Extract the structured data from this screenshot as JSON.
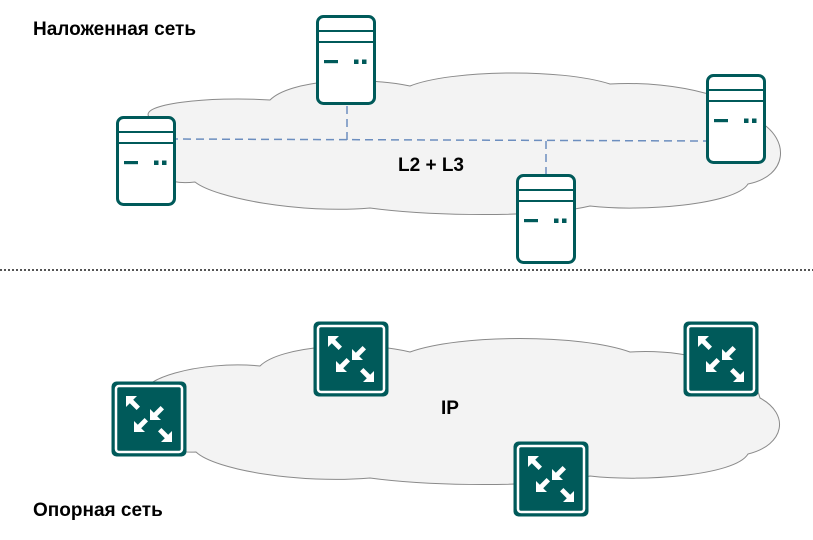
{
  "overlay": {
    "title": "Наложенная сеть",
    "protocols": "L2 + L3"
  },
  "underlay": {
    "title": "Опорная сеть",
    "protocols": "IP"
  },
  "colors": {
    "cloud_fill": "#f3f3f3",
    "cloud_stroke": "#8a8a8a",
    "device_stroke": "#005a5a",
    "device_fill": "#ffffff",
    "router_fill": "#005a5a",
    "tunnel": "#6c8ebf",
    "separator": "#555555"
  },
  "icons": {
    "server": "server-icon",
    "router": "router-icon"
  }
}
